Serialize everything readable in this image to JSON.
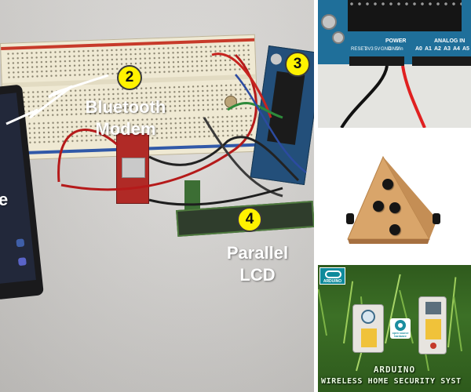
{
  "main_photo": {
    "side_letter": "e",
    "badges": [
      {
        "number": "2"
      },
      {
        "number": "3"
      },
      {
        "number": "4"
      }
    ],
    "captions": {
      "bluetooth_line1": "Bluetooth",
      "bluetooth_line2": "Modem",
      "lcd_line1": "Parallel",
      "lcd_line2": "LCD"
    }
  },
  "power_photo": {
    "silkscreen": {
      "power": "POWER",
      "analog_in": "ANALOG IN",
      "pins": [
        "RESET",
        "3V3",
        "5V",
        "GND",
        "GND",
        "Vin",
        "A0",
        "A1",
        "A2",
        "A3",
        "A4",
        "A5"
      ]
    },
    "wire_colors": {
      "ground": "#111111",
      "vin": "#e02020"
    }
  },
  "grass_photo": {
    "logo_text": "ARDUINO",
    "oshw_text_line1": "open source",
    "oshw_text_line2": "hardware",
    "title_line1": "ARDUINO",
    "title_line2": "WIRELESS HOME SECURITY SYST"
  },
  "colors": {
    "badge_fill": "#fff200",
    "caption_text": "#ffffff",
    "arduino_blue": "#1f6f9a",
    "wood": "#d9a56a"
  }
}
